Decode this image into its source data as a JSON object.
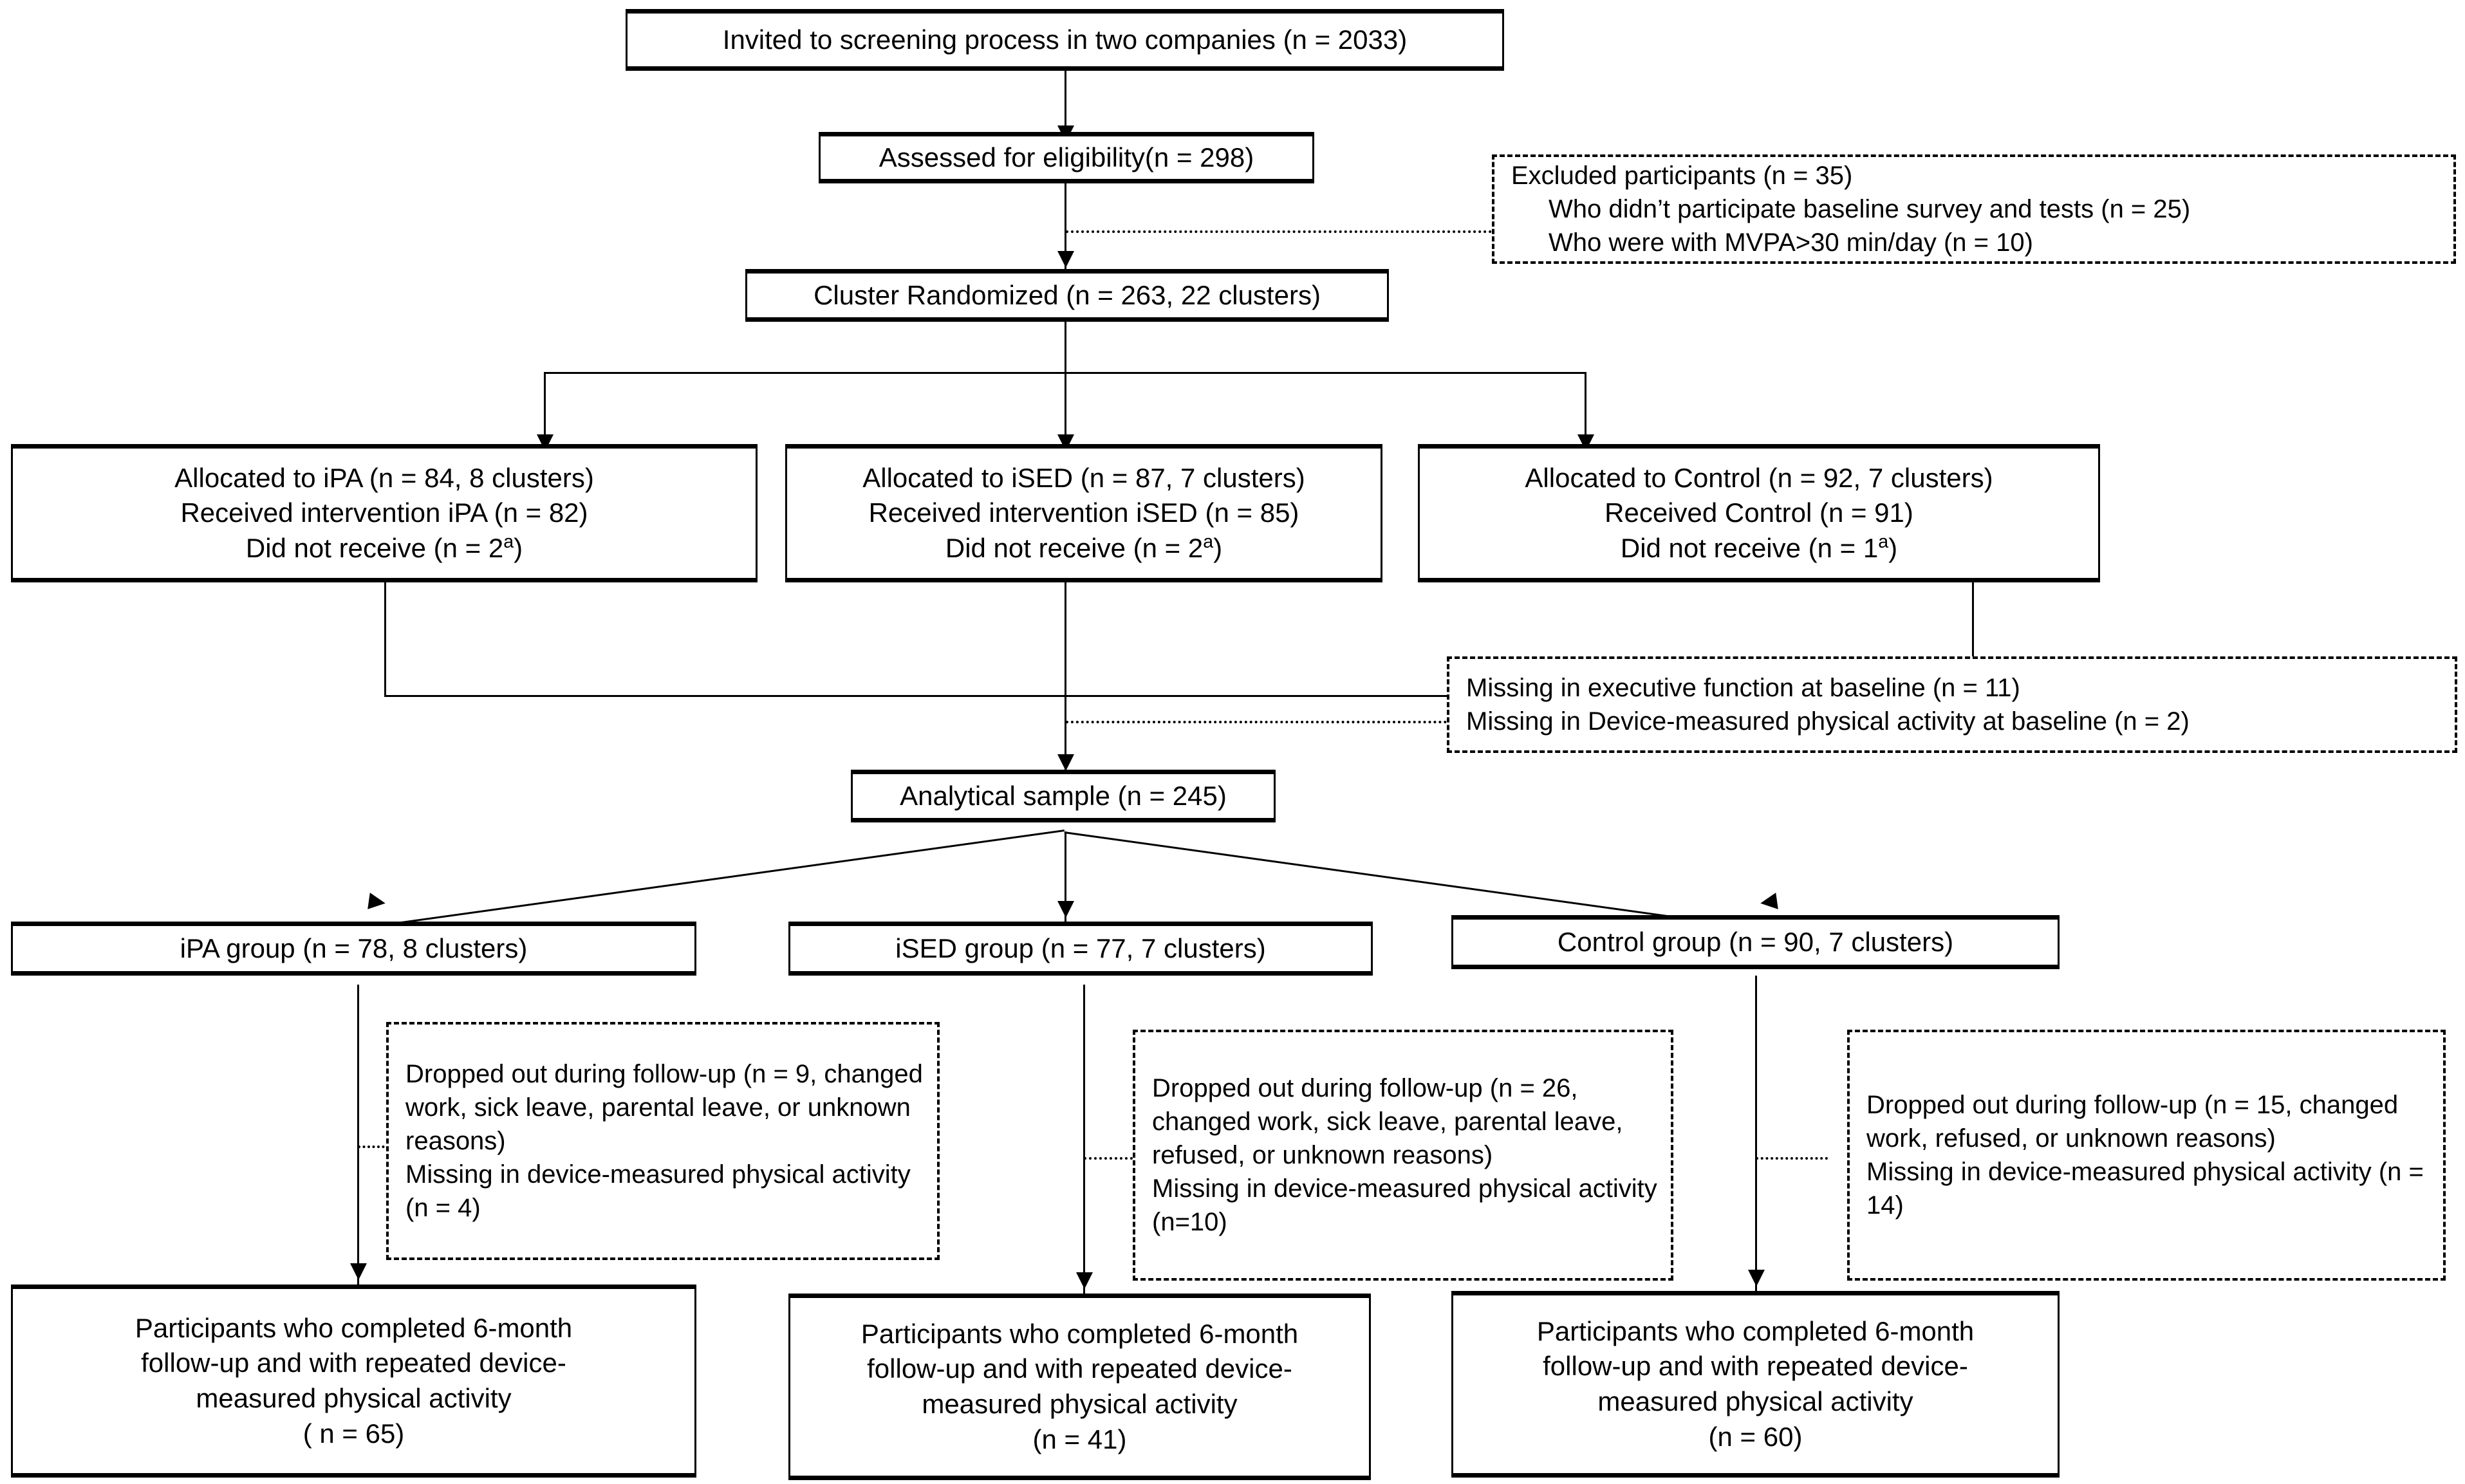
{
  "diagram": {
    "title": "CONSORT participant flow diagram",
    "colors": {
      "stroke": "#000000",
      "background": "#ffffff"
    },
    "nodes": {
      "invited": {
        "lines": [
          "Invited to screening process in two companies (n = 2033)"
        ]
      },
      "assessed": {
        "lines": [
          "Assessed for eligibility(n = 298)"
        ]
      },
      "excluded": {
        "lines": [
          "Excluded participants (n = 35)",
          "Who didn’t participate baseline survey  and tests (n = 25)",
          "Who were with MVPA>30 min/day (n = 10)"
        ]
      },
      "randomized": {
        "lines": [
          "Cluster Randomized (n = 263, 22 clusters)"
        ]
      },
      "alloc_ipa": {
        "lines": [
          "Allocated to iPA (n = 84, 8 clusters)",
          "Received intervention iPA (n = 82)",
          "Did not receive (n = 2a)"
        ],
        "line3_main": "Did not receive (n = 2",
        "line3_sup": "a",
        "line3_end": ")"
      },
      "alloc_ised": {
        "lines": [
          "Allocated to iSED (n = 87, 7 clusters)",
          "Received intervention iSED (n = 85)",
          "Did not receive (n = 2a)"
        ],
        "line3_main": "Did not receive (n = 2",
        "line3_sup": "a",
        "line3_end": ")"
      },
      "alloc_control": {
        "lines": [
          "Allocated to Control (n = 92, 7 clusters)",
          "Received Control (n = 91)",
          "Did not receive (n = 1a)"
        ],
        "line3_main": "Did not receive (n = 1",
        "line3_sup": "a",
        "line3_end": ")"
      },
      "missing_baseline": {
        "lines": [
          "Missing in executive function at baseline (n = 11)",
          "Missing in Device-measured physical activity at baseline (n = 2)"
        ]
      },
      "analytical": {
        "lines": [
          "Analytical sample (n = 245)"
        ]
      },
      "group_ipa": {
        "lines": [
          "iPA group (n = 78, 8 clusters)"
        ]
      },
      "group_ised": {
        "lines": [
          "iSED group (n = 77, 7 clusters)"
        ]
      },
      "group_control": {
        "lines": [
          "Control group (n = 90, 7 clusters)"
        ]
      },
      "dropout_ipa": {
        "lines": [
          "Dropped out during follow-up (n = 9, changed work, sick leave, parental leave, or unknown reasons)",
          "Missing in device-measured physical activity (n = 4)"
        ]
      },
      "dropout_ised": {
        "lines": [
          "Dropped out during follow-up (n = 26, changed work, sick leave, parental leave, refused, or unknown reasons)",
          "Missing in device-measured physical activity (n=10)"
        ]
      },
      "dropout_control": {
        "lines": [
          "Dropped out during follow-up (n = 15, changed work, refused, or unknown reasons)",
          "Missing in device-measured physical activity (n = 14)"
        ]
      },
      "completed_ipa": {
        "lines": [
          "Participants who completed 6-month",
          "follow-up and with repeated device-",
          "measured physical activity",
          "( n = 65)"
        ]
      },
      "completed_ised": {
        "lines": [
          "Participants who completed 6-month",
          "follow-up and with repeated device-",
          "measured physical activity",
          "(n = 41)"
        ]
      },
      "completed_control": {
        "lines": [
          "Participants who completed 6-month",
          "follow-up and with repeated device-",
          "measured physical activity",
          "(n = 60)"
        ]
      }
    }
  }
}
